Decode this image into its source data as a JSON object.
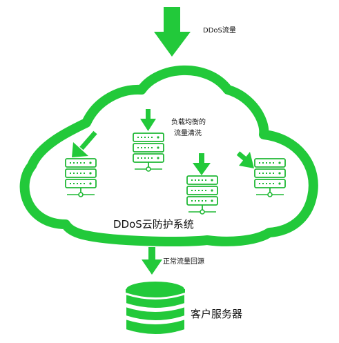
{
  "labels": {
    "ddos_traffic": "DDoS流量",
    "load_balance_line1": "负载均衡的",
    "load_balance_line2": "流量清洗",
    "cloud_title": "DDoS云防护系统",
    "normal_traffic": "正常流量回源",
    "client_server": "客户服务器"
  },
  "colors": {
    "accent": "#22c93a",
    "stroke": "#1fb834",
    "text": "#111111"
  },
  "icons": {
    "arrow": "arrow-down-icon",
    "server": "server-rack-icon",
    "database": "database-stack-icon"
  }
}
